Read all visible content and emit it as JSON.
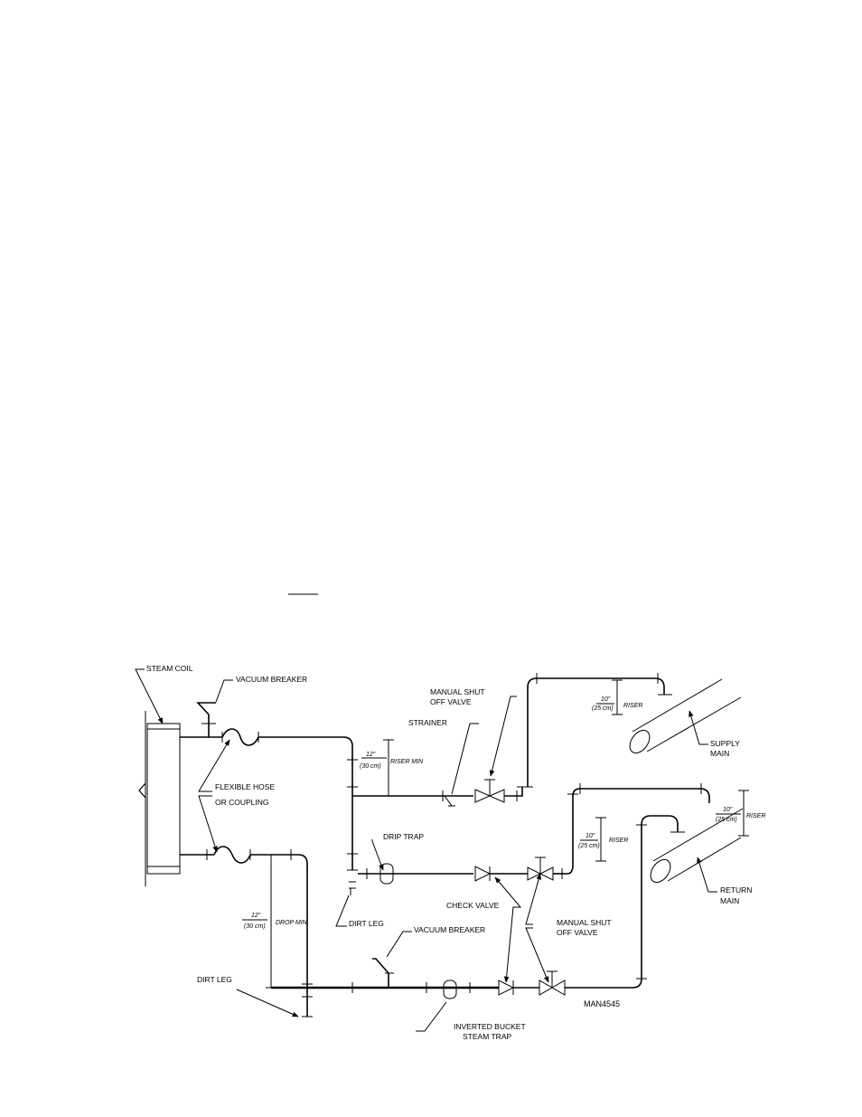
{
  "diagram": {
    "labels": {
      "steam_coil": "STEAM COIL",
      "vacuum_breaker_top": "VACUUM BREAKER",
      "manual_shutoff_top_l1": "MANUAL SHUT",
      "manual_shutoff_top_l2": "OFF VALVE",
      "strainer": "STRAINER",
      "flexible_hose_l1": "FLEXIBLE HOSE",
      "flexible_hose_l2": "OR COUPLING",
      "drip_trap": "DRIP TRAP",
      "dirt_leg_right": "DIRT LEG",
      "check_valve": "CHECK VALVE",
      "manual_shutoff_bottom_l1": "MANUAL SHUT",
      "manual_shutoff_bottom_l2": "OFF VALVE",
      "vacuum_breaker_bottom": "VACUUM BREAKER",
      "dirt_leg_left": "DIRT LEG",
      "inverted_bucket_l1": "INVERTED BUCKET",
      "inverted_bucket_l2": "STEAM TRAP",
      "supply_main_l1": "SUPPLY",
      "supply_main_l2": "MAIN",
      "return_main_l1": "RETURN",
      "return_main_l2": "MAIN",
      "drawing_number": "MAN4545"
    },
    "dimensions": {
      "riser_min_in": "12\"",
      "riser_min_cm": "(30 cm)",
      "riser_min_text": "RISER MIN",
      "drop_min_in": "12\"",
      "drop_min_cm": "(30 cm)",
      "drop_min_text": "DROP MIN",
      "supply_riser_in": "10\"",
      "supply_riser_cm": "(25 cm)",
      "supply_riser_text": "RISER",
      "return_riser_in": "10\"",
      "return_riser_cm": "(25 cm)",
      "return_riser_text": "RISER",
      "inner_riser_in": "10\"",
      "inner_riser_cm": "(25 cm)",
      "inner_riser_text": "RISER"
    }
  }
}
